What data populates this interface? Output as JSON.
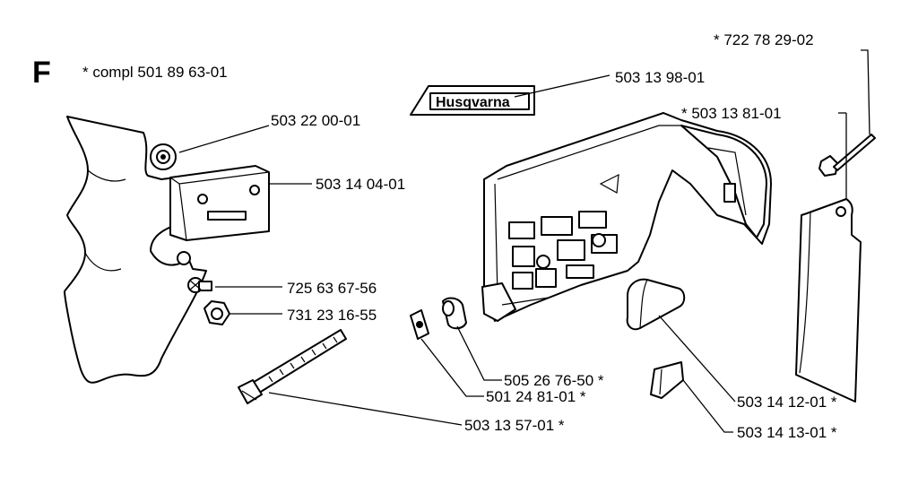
{
  "section_letter": "F",
  "complete_kit": "* compl 501 89 63-01",
  "brand_logo": "Husqvarna",
  "labels": {
    "p722782902": "* 722 78 29-02",
    "p503139801": "503 13 98-01",
    "p503138101": "* 503 13 81-01",
    "p503220001": "503 22 00-01",
    "p503140401": "503 14 04-01",
    "p725636756": "725 63 67-56",
    "p731231655": "731 23 16-55",
    "p505267650": "505 26 76-50  *",
    "p501248101": "501 24 81-01  *",
    "p503135701": "503 13 57-01  *",
    "p503141201": "503 14 12-01  *",
    "p503141301": "503 14 13-01  *"
  }
}
